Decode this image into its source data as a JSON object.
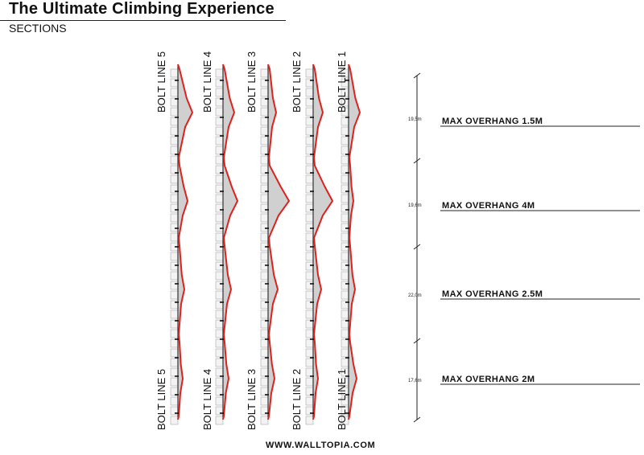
{
  "header": {
    "title": "The Ultimate Climbing Experience",
    "subtitle": "SECTIONS"
  },
  "sections": [
    {
      "top_label": "BOLT LINE 5",
      "bottom_label": "BOLT LINE 5"
    },
    {
      "top_label": "BOLT LINE 4",
      "bottom_label": "BOLT LINE 4"
    },
    {
      "top_label": "BOLT LINE 3",
      "bottom_label": "BOLT LINE 3"
    },
    {
      "top_label": "BOLT LINE 2",
      "bottom_label": "BOLT LINE 2"
    },
    {
      "top_label": "BOLT LINE 1",
      "bottom_label": "BOLT LINE 1"
    }
  ],
  "segments": [
    {
      "height": "19,5m",
      "note": "MAX OVERHANG 1.5M"
    },
    {
      "height": "19,6m",
      "note": "MAX OVERHANG 4M"
    },
    {
      "height": "22,0m",
      "note": "MAX OVERHANG 2.5M"
    },
    {
      "height": "17,6m",
      "note": "MAX OVERHANG 2M"
    }
  ],
  "footer": {
    "url": "WWW.WALLTOPIA.COM"
  },
  "colors": {
    "profile_line": "#e0201a",
    "wall_fill": "#c8c8c8"
  }
}
